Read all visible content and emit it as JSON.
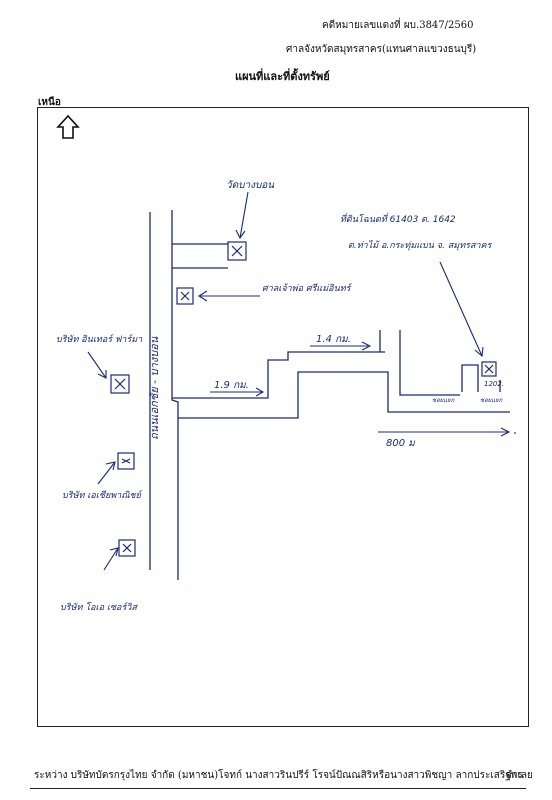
{
  "header": {
    "case_number": "คดีหมายเลขแดงที่ ผบ.3847/2560",
    "court": "ศาลจังหวัดสมุทรสาคร(แทนศาลแขวงธนบุรี)",
    "title": "แผนที่และที่ตั้งทรัพย์"
  },
  "map": {
    "north_label": "เหนือ",
    "road_label": "ถนนเอกชัย - บางบอน",
    "temple_label": "วัดบางบอน",
    "shrine_label": "ศาลเจ้าพ่อ ศรีแม่อินทร์",
    "company_a": "บริษัท อินเทอร์ ฟาร์มา",
    "company_b": "บริษัท เอเชียพาณิชย์",
    "company_c": "บริษัท โอเอ เซอร์วิส",
    "property_line1": "ที่ดินโฉนดที่ 61403 ต. 1642",
    "property_line2": "ต.ท่าไม้ อ.กระทุ่มแบน จ. สมุทรสาคร",
    "dist_1": "1.4 กม.",
    "dist_2": "1.9 กม.",
    "dist_3": "800 ม",
    "lot_label_a": "1202.",
    "lot_label_b": "ซอยแยก",
    "lot_label_c": "ซอยแยก"
  },
  "footer": {
    "parties": "ระหว่าง บริษัทบัตรกรุงไทย จำกัด (มหาชน)โจทก์ นางสาวรินปรีร์ โรจน์ปัณณสิริหรือนางสาวพิชญา ลากประเสริฐพร",
    "defendant": "จำเลย"
  }
}
